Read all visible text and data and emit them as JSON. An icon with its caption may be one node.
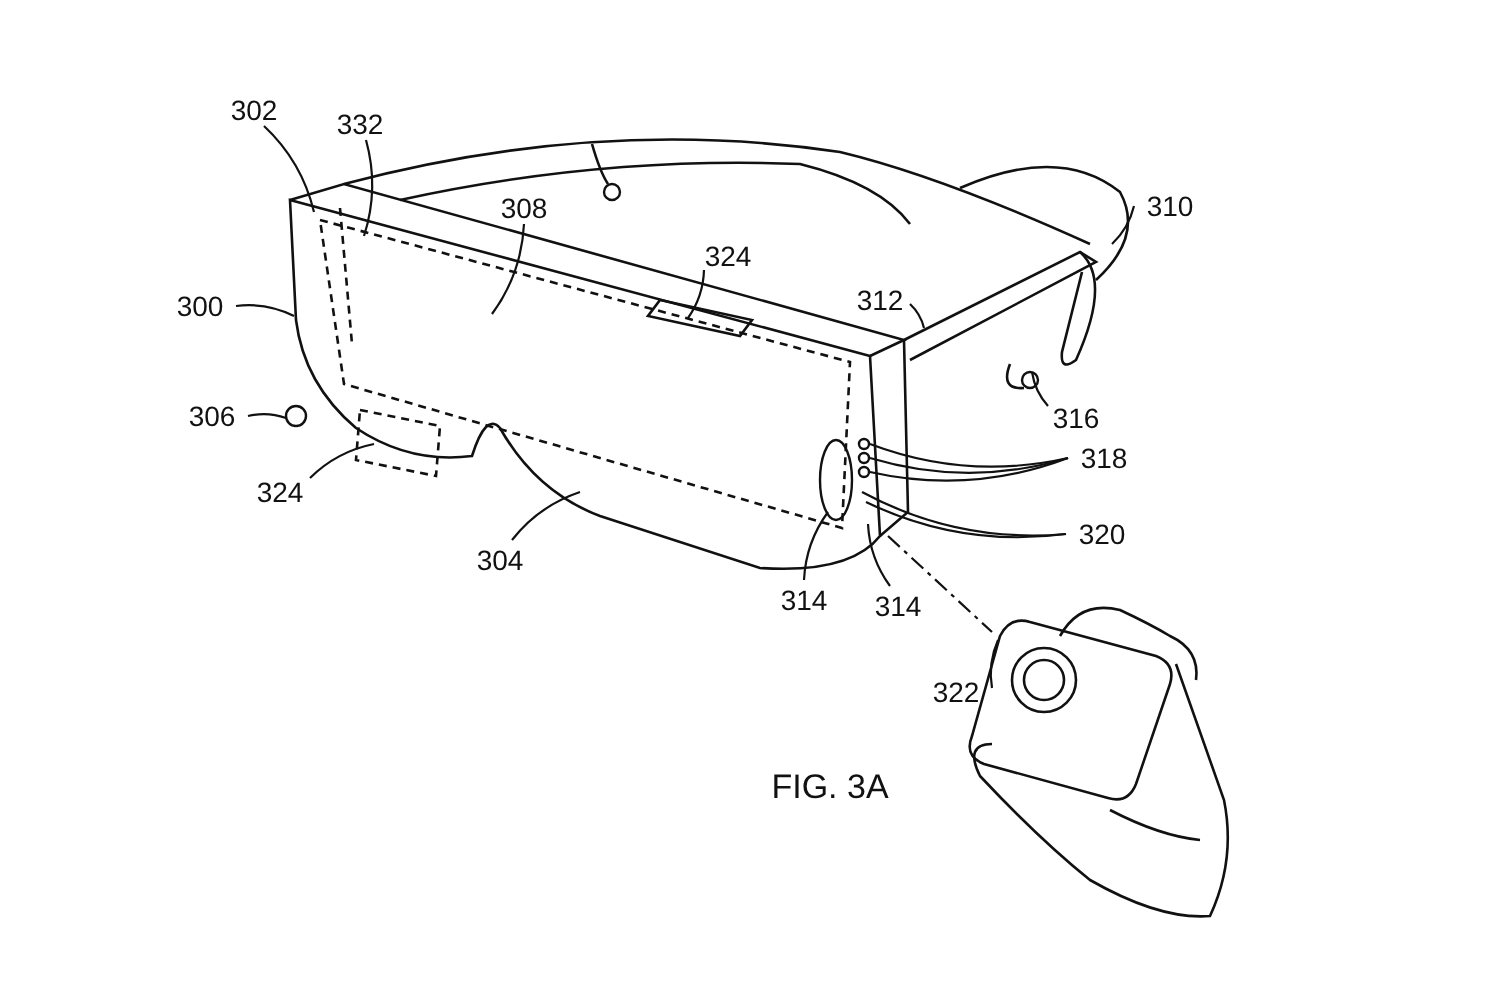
{
  "diagram": {
    "caption": "FIG. 3A",
    "nodes": [
      {
        "text": [],
        "shape": "picture"
      },
      {
        "text": [],
        "shape": "picture"
      },
      {
        "text": [
          "302"
        ]
      },
      {
        "text": [
          "332"
        ]
      },
      {
        "text": [
          "308"
        ]
      },
      {
        "text": [
          "324"
        ]
      },
      {
        "text": [
          "300"
        ]
      },
      {
        "text": [
          "306"
        ]
      },
      {
        "text": [
          "324"
        ]
      },
      {
        "text": [
          "304"
        ]
      },
      {
        "text": [
          "314"
        ]
      },
      {
        "text": [
          "314"
        ]
      },
      {
        "text": [
          "312"
        ]
      },
      {
        "text": [
          "310"
        ]
      },
      {
        "text": [
          "316"
        ]
      },
      {
        "text": [
          "318"
        ]
      },
      {
        "text": [
          "320"
        ]
      },
      {
        "text": [
          "322"
        ]
      }
    ],
    "edges": [
      {
        "from": 2,
        "to": 0,
        "arrow": "none"
      },
      {
        "from": 3,
        "to": 0,
        "arrow": "none"
      },
      {
        "from": 4,
        "to": 0,
        "arrow": "none"
      },
      {
        "from": 5,
        "to": 0,
        "arrow": "none"
      },
      {
        "from": 6,
        "to": 0,
        "arrow": "none"
      },
      {
        "from": 7,
        "to": 0,
        "arrow": "none"
      },
      {
        "from": 8,
        "to": 0,
        "arrow": "none"
      },
      {
        "from": 9,
        "to": 0,
        "arrow": "none"
      },
      {
        "from": 10,
        "to": 0,
        "arrow": "none"
      },
      {
        "from": 11,
        "to": 0,
        "arrow": "none"
      },
      {
        "from": 12,
        "to": 0,
        "arrow": "none"
      },
      {
        "from": 13,
        "to": 0,
        "arrow": "none"
      },
      {
        "from": 14,
        "to": 0,
        "arrow": "none"
      },
      {
        "from": 15,
        "to": 0,
        "arrow": "none"
      },
      {
        "from": 15,
        "to": 0,
        "arrow": "none"
      },
      {
        "from": 15,
        "to": 0,
        "arrow": "none"
      },
      {
        "from": 16,
        "to": 0,
        "arrow": "none"
      },
      {
        "from": 16,
        "to": 0,
        "arrow": "none"
      },
      {
        "from": 17,
        "to": 1,
        "arrow": "none"
      },
      {
        "from": 0,
        "to": 1,
        "arrow": "none",
        "style": "dashed"
      }
    ]
  }
}
